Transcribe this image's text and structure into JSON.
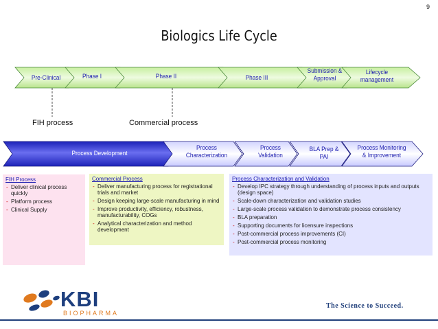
{
  "page_number": "9",
  "title": "Biologics Life Cycle",
  "phases": [
    {
      "label": "Pre-Clinical"
    },
    {
      "label": "Phase I"
    },
    {
      "label": "Phase II"
    },
    {
      "label": "Phase III"
    },
    {
      "label": "Submission &",
      "label2": "Approval"
    },
    {
      "label": "Lifecycle",
      "label2": "management"
    }
  ],
  "callouts": {
    "fih": "FIH process",
    "commercial": "Commercial process"
  },
  "process_steps": [
    {
      "label": "Process Development"
    },
    {
      "label": "Process",
      "label2": "Characterization"
    },
    {
      "label": "Process",
      "label2": "Validation"
    },
    {
      "label": "BLA Prep &",
      "label2": "PAI"
    },
    {
      "label": "Process Monitoring",
      "label2": "& Improvement"
    }
  ],
  "fih_box": {
    "title": "FIH Process",
    "items": [
      "Deliver clinical  process quickly",
      "Platform process",
      "Clinical Supply"
    ]
  },
  "commercial_box": {
    "title": "Commercial Process",
    "items": [
      "Deliver manufacturing process for registrational trials and market",
      "Design keeping large-scale manufacturing in mind",
      "Improve productivity, efficiency, robustness, manufacturability, COGs",
      "Analytical characterization and method development"
    ]
  },
  "validation_box": {
    "title": "Process Characterization and Validation",
    "items": [
      "Develop IPC strategy through understanding of process inputs and outputs (design space)",
      "Scale-down characterization and validation studies",
      "Large-scale process validation to demonstrate process consistency",
      "BLA preparation",
      "Supporting documents for licensure inspections",
      "Post-commercial process improvements (CI)",
      "Post-commercial process monitoring"
    ]
  },
  "footer": {
    "logo_main": "KBI",
    "logo_sub": "BIOPHARMA",
    "tagline": "The Science to Succeed."
  },
  "colors": {
    "phase_fill": "#d4f0b0",
    "phase_stroke": "#4a8a3a",
    "process_fill_dark": "#2b2fbf",
    "process_fill_light": "#e8e8ff",
    "label_blue": "#1c1cb0",
    "brand_navy": "#1e3f7e",
    "brand_orange": "#e07a1f"
  }
}
